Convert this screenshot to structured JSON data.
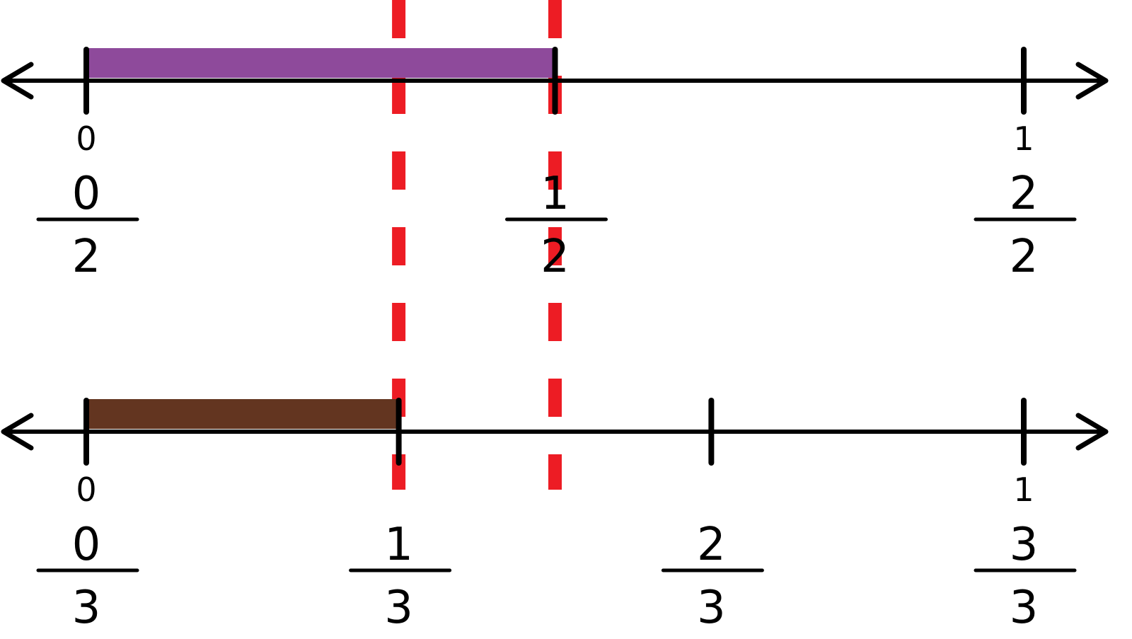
{
  "colors": {
    "line": "#000000",
    "guide": "#ed1c24",
    "top_bar": "#8e4a9b",
    "bottom_bar": "#633520"
  },
  "top_line": {
    "ticks": [
      {
        "value": 0,
        "whole": "0",
        "numerator": "0",
        "denominator": "2"
      },
      {
        "value": 0.5,
        "whole": "",
        "numerator": "1",
        "denominator": "2"
      },
      {
        "value": 1,
        "whole": "1",
        "numerator": "2",
        "denominator": "2"
      }
    ],
    "shaded_to": 0.5
  },
  "bottom_line": {
    "ticks": [
      {
        "value": 0,
        "whole": "0",
        "numerator": "0",
        "denominator": "3"
      },
      {
        "value": 0.3333,
        "whole": "",
        "numerator": "1",
        "denominator": "3"
      },
      {
        "value": 0.6667,
        "whole": "",
        "numerator": "2",
        "denominator": "3"
      },
      {
        "value": 1,
        "whole": "1",
        "numerator": "3",
        "denominator": "3"
      }
    ],
    "shaded_to": 0.3333
  },
  "guides": [
    0.3333,
    0.5
  ]
}
